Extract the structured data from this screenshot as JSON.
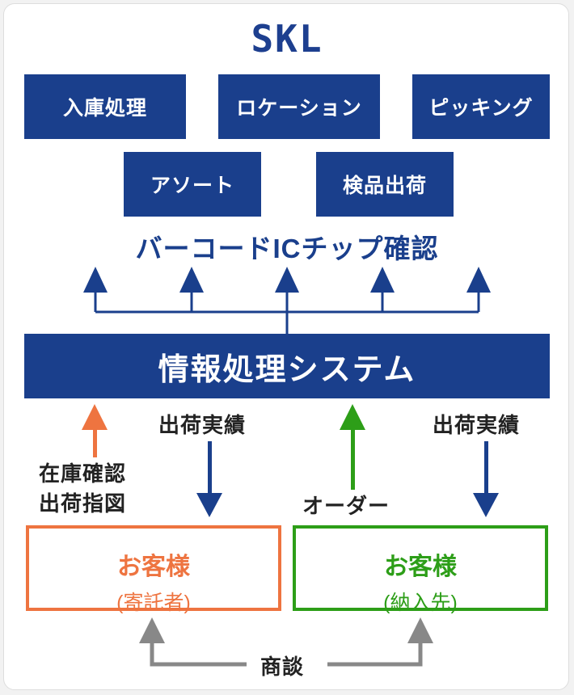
{
  "logo": "SKL",
  "processes_row1": [
    "入庫処理",
    "ロケーション",
    "ピッキング"
  ],
  "processes_row2": [
    "アソート",
    "検品出荷"
  ],
  "scan_label": "バーコードICチップ確認",
  "system_label": "情報処理システム",
  "left_up_label_line1": "在庫確認",
  "left_up_label_line2": "出荷指図",
  "left_down_label": "出荷実績",
  "right_up_label": "オーダー",
  "right_down_label": "出荷実績",
  "customer_left": {
    "name": "お客様",
    "role": "(寄託者)"
  },
  "customer_right": {
    "name": "お客様",
    "role": "(納入先)"
  },
  "negotiation_label": "商談",
  "colors": {
    "navy": "#1a3f8c",
    "orange": "#ee7440",
    "green": "#2d9e18",
    "gray": "#888888"
  }
}
